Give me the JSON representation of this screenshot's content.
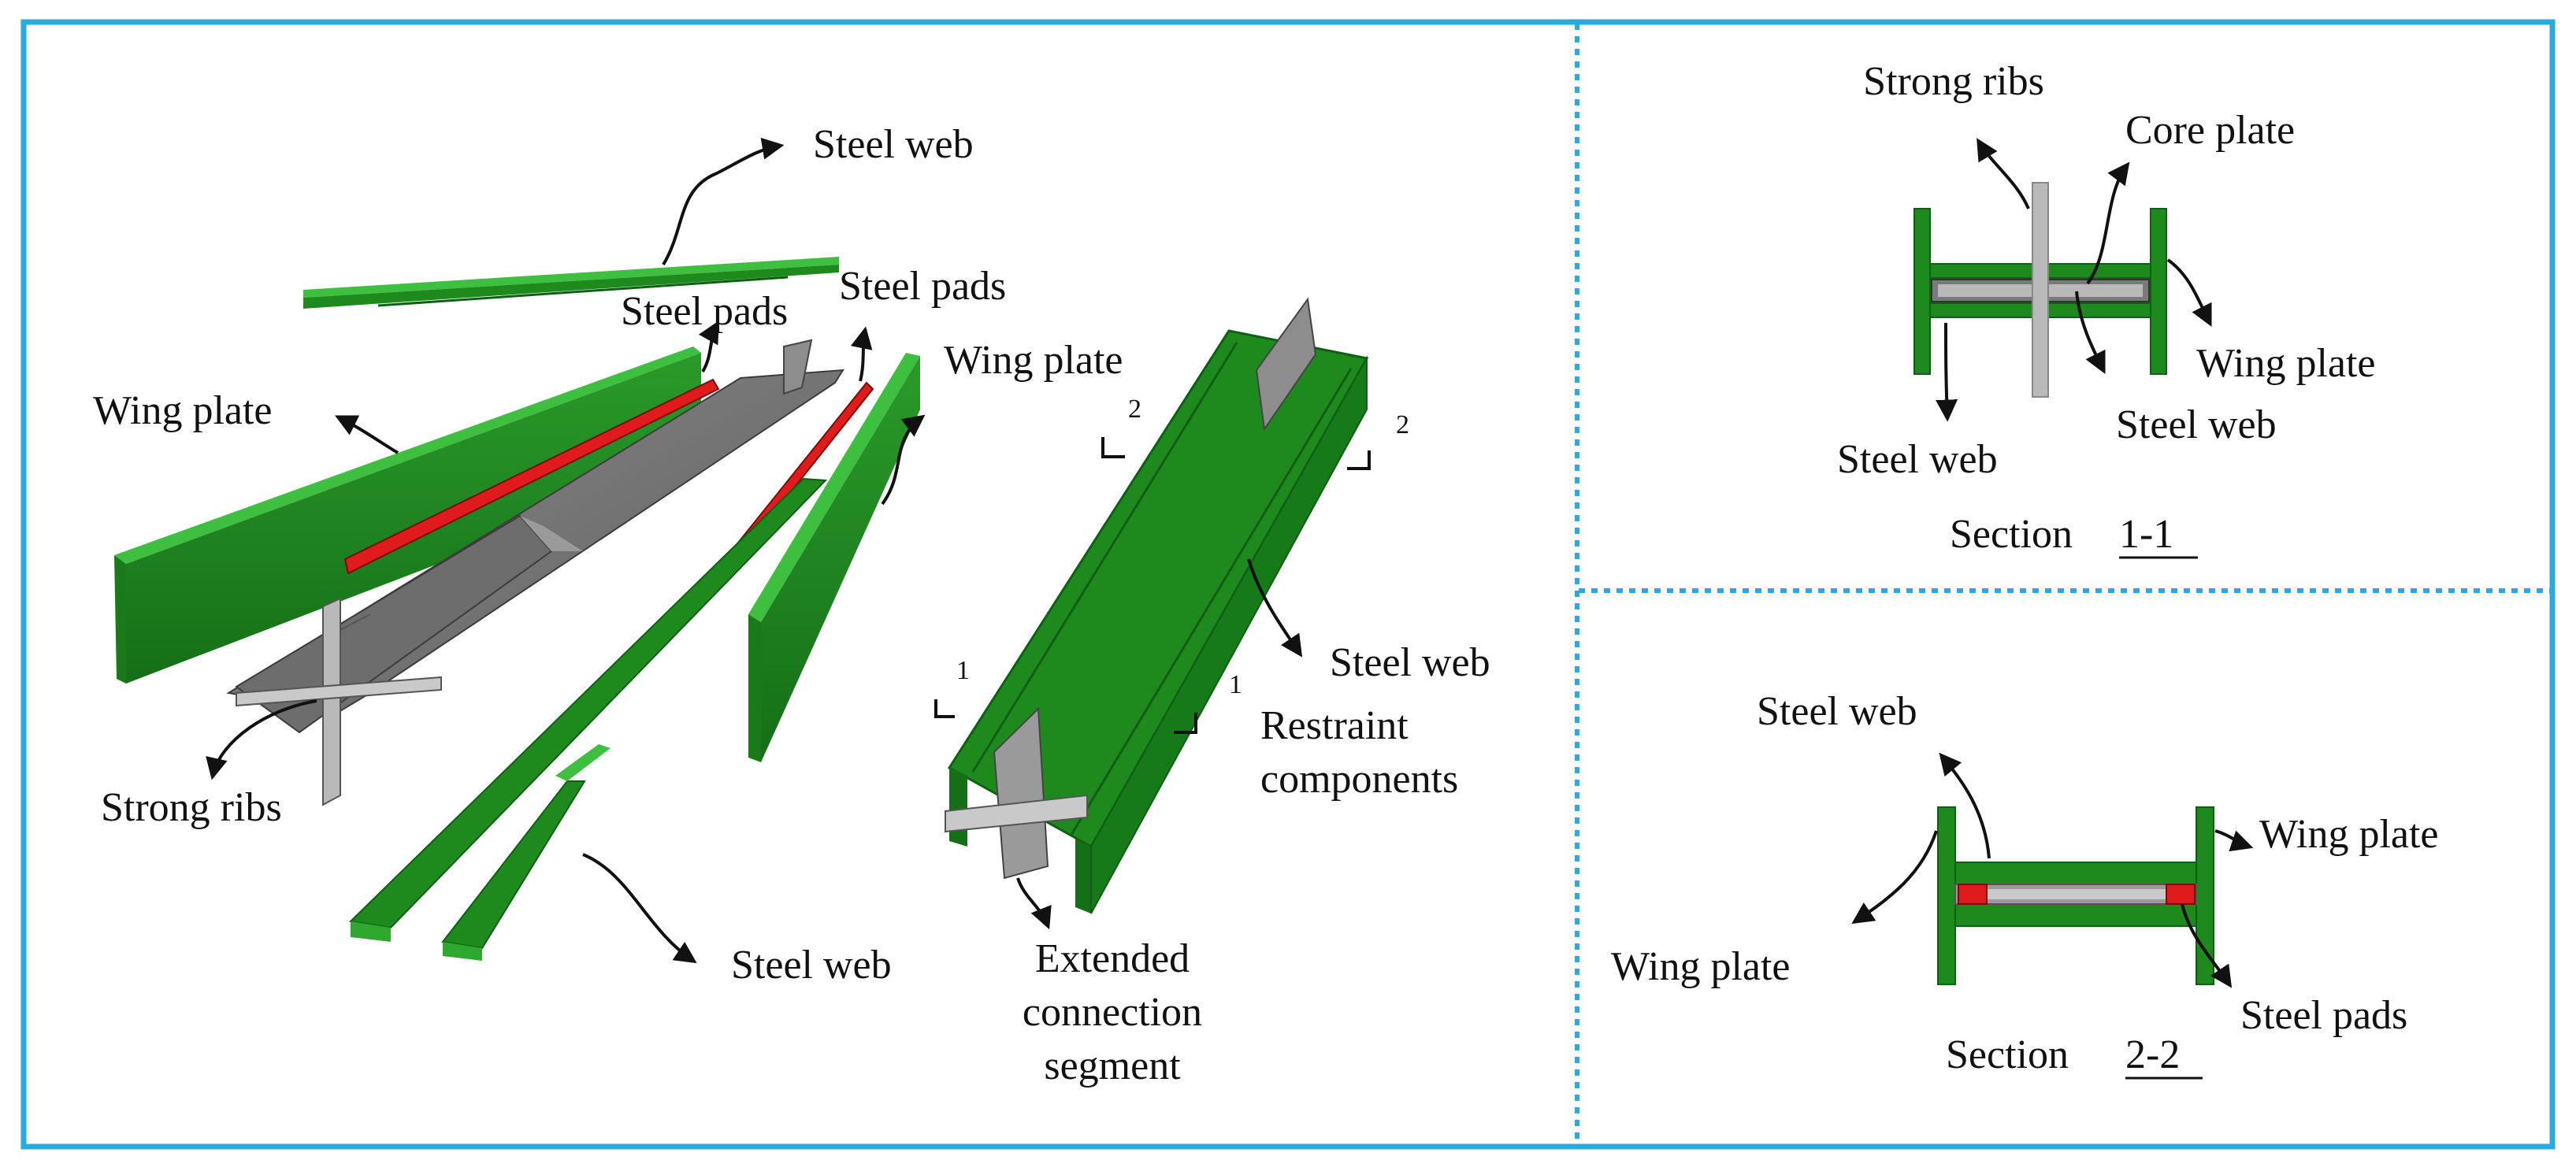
{
  "colors": {
    "frame": "#29abe2",
    "steel_green": "#1e8a1e",
    "steel_green_dark": "#0f5f14",
    "steel_green_top": "#3fbf3f",
    "core_gray": "#7a7a7a",
    "core_gray_light": "#b9b9b9",
    "pad_red": "#e01b1b",
    "arrow": "#111111"
  },
  "left_panel": {
    "labels": {
      "steel_web_top": "Steel web",
      "steel_pads_a": "Steel pads",
      "steel_pads_b": "Steel pads",
      "wing_plate_left": "Wing plate",
      "wing_plate_right": "Wing plate",
      "strong_ribs": "Strong ribs",
      "steel_web_bottom": "Steel web",
      "steel_web_assembly": "Steel web",
      "restraint_line1": "Restraint",
      "restraint_line2": "components",
      "extended_line1": "Extended",
      "extended_line2": "connection",
      "extended_line3": "segment",
      "cut1_left": "1",
      "cut1_right": "1",
      "cut2_left": "2",
      "cut2_right": "2"
    }
  },
  "section_1_1": {
    "labels": {
      "strong_ribs": "Strong ribs",
      "core_plate": "Core plate",
      "wing_plate": "Wing plate",
      "steel_web_left": "Steel web",
      "steel_web_right": "Steel web"
    },
    "title_prefix": "Section ",
    "title_id": "1-1"
  },
  "section_2_2": {
    "labels": {
      "steel_web": "Steel web",
      "wing_plate_right": "Wing plate",
      "wing_plate_left": "Wing plate",
      "steel_pads": "Steel pads"
    },
    "title_prefix": "Section ",
    "title_id": "2-2"
  }
}
